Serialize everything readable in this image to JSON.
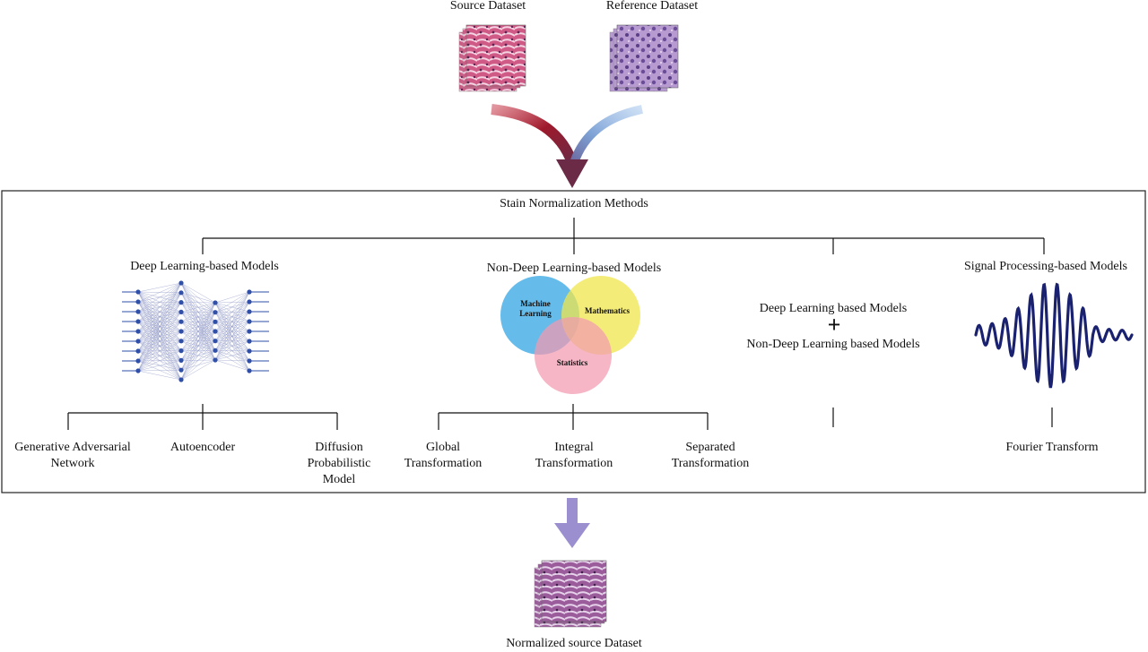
{
  "header": {
    "source_label": "Source Dataset",
    "reference_label": "Reference Dataset"
  },
  "main": {
    "title": "Stain Normalization Methods",
    "categories": [
      {
        "title": "Deep Learning-based Models",
        "children": [
          "Generative Adversarial Network",
          "Autoencoder",
          "Diffusion Probabilistic Model"
        ]
      },
      {
        "title": "Non-Deep Learning-based Models",
        "venn": [
          "Machine Learning",
          "Mathematics",
          "Statistics"
        ],
        "children": [
          "Global Transformation",
          "Integral Transformation",
          "Separated Transformation"
        ]
      },
      {
        "title_line1": "Deep Learning based Models",
        "plus": "+",
        "title_line2": "Non-Deep Learning based Models"
      },
      {
        "title": "Signal Processing-based Models",
        "children": [
          "Fourier Transform"
        ]
      }
    ]
  },
  "footer": {
    "output_label": "Normalized source  Dataset"
  },
  "colors": {
    "red_arrow": "#9e1a2c",
    "blue_arrow": "#7fa3d6",
    "arrow_head": "#6b2a45",
    "purple_arrow": "#9b8fcf",
    "wave": "#1a2270",
    "venn_blue": "#4ab0e8",
    "venn_yellow": "#f0e64c",
    "venn_pink": "#f29ab0"
  }
}
